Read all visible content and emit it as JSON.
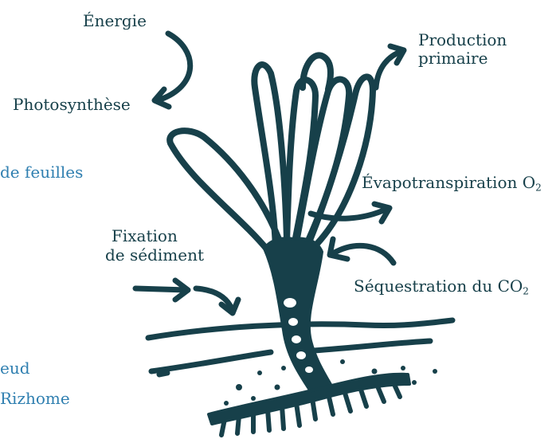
{
  "colors": {
    "ink": "#17404a",
    "accent": "#2f7fb0",
    "background": "#ffffff"
  },
  "labels": {
    "energie": "Énergie",
    "photosynthese": "Photosynthèse",
    "production_line1": "Production",
    "production_line2": "primaire",
    "evapo_text": "Évapotranspiration O",
    "evapo_sub": "2",
    "fixation_line1": "Fixation",
    "fixation_line2": "de sédiment",
    "sequestration_text": "Séquestration du CO",
    "sequestration_sub": "2",
    "feuilles": "de feuilles",
    "noeud": "eud",
    "rhizome": "Rizhome"
  },
  "icons": [
    "curved-arrow-icon",
    "seagrass-plant-icon"
  ]
}
